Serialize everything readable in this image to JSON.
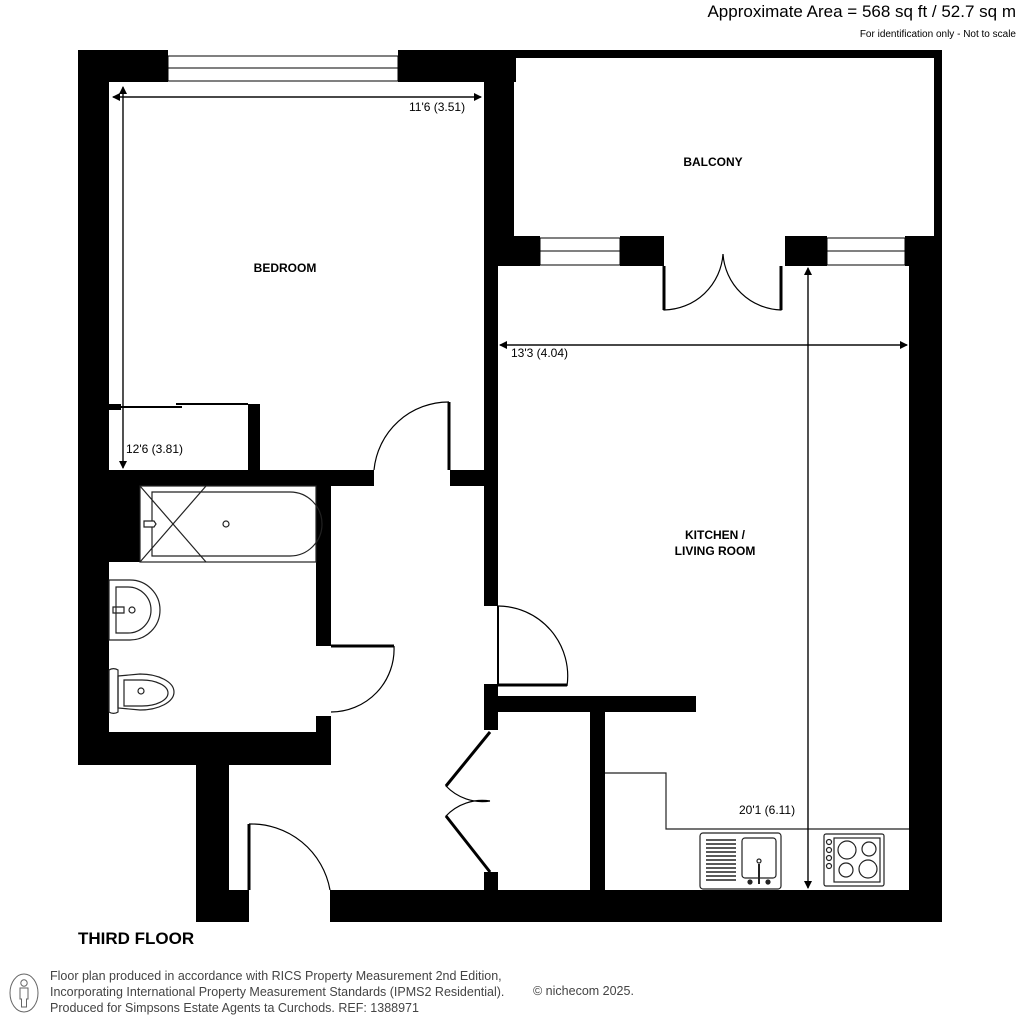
{
  "header": {
    "area_text": "Approximate Area = 568 sq ft / 52.7 sq m",
    "disclaimer": "For identification only - Not to scale"
  },
  "rooms": {
    "bedroom": {
      "label": "BEDROOM",
      "width_dim": "11'6 (3.51)",
      "length_dim": "12'6 (3.81)"
    },
    "balcony": {
      "label": "BALCONY"
    },
    "kitchen_living": {
      "label_line1": "KITCHEN /",
      "label_line2": "LIVING ROOM",
      "width_dim": "13'3 (4.04)",
      "length_dim": "20'1 (6.11)"
    }
  },
  "floor": {
    "label": "THIRD FLOOR"
  },
  "footer": {
    "line1": "Floor plan produced in accordance with RICS Property Measurement 2nd Edition,",
    "line2": "Incorporating International Property Measurement Standards (IPMS2 Residential).",
    "line3": "Produced for Simpsons Estate Agents ta Curchods.   REF: 1388971",
    "copyright": "© nichecom 2025."
  },
  "colors": {
    "wall": "#000000",
    "background": "#ffffff",
    "fixture_line": "#222222",
    "footer_text": "#444444"
  }
}
